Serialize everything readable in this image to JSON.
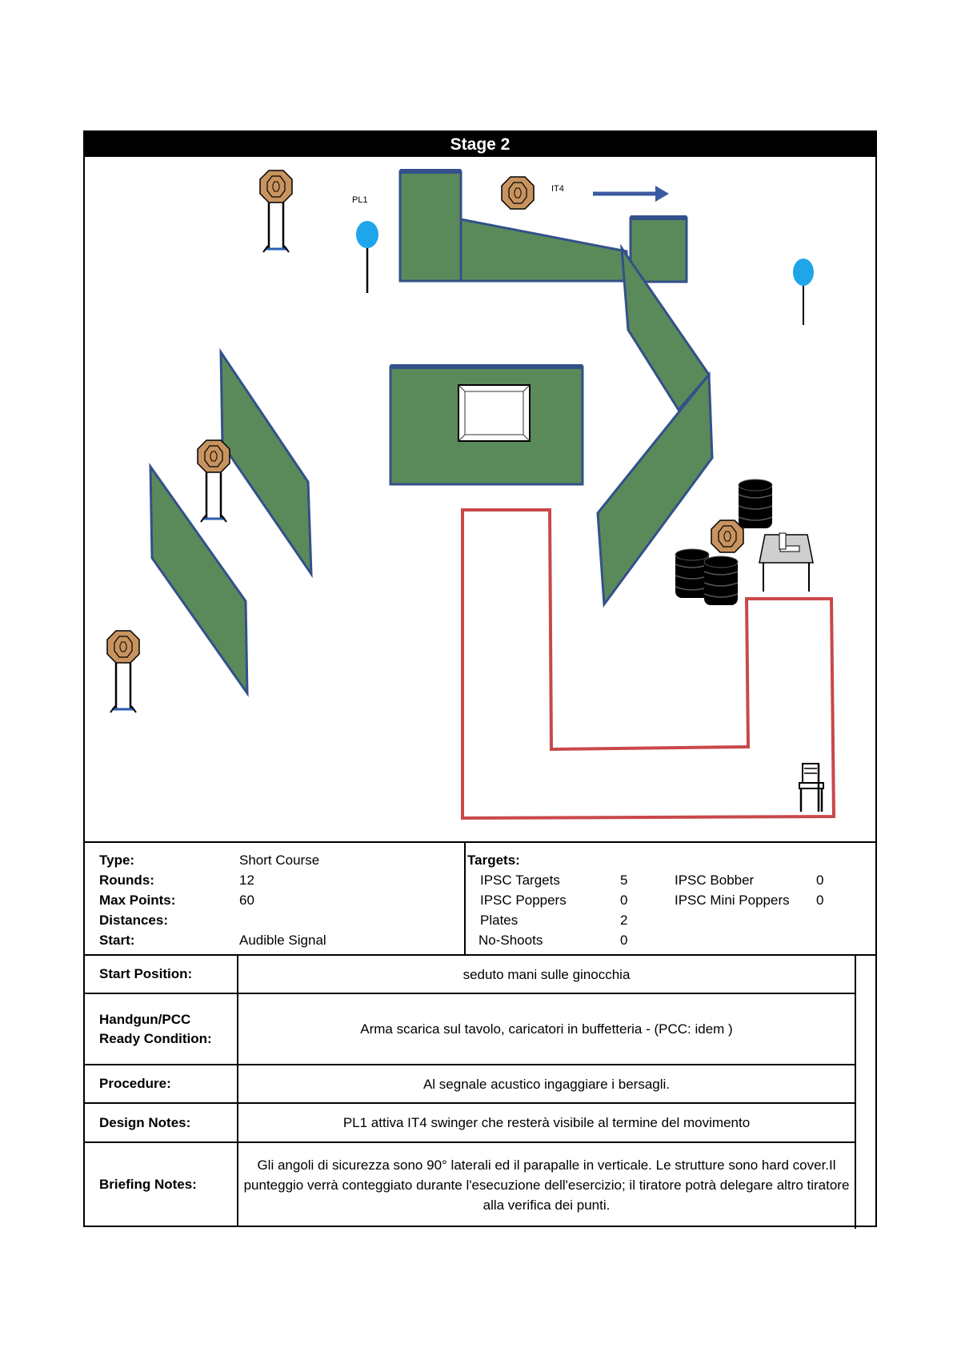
{
  "stage": {
    "title": "Stage 2"
  },
  "diagram": {
    "labels": {
      "popper": "PL1",
      "swinger": "IT4"
    },
    "colors": {
      "wall": "#5a8a5a",
      "wall_edge": "#34508a",
      "target": "#c8935f",
      "fault_line": "#c9484a",
      "popper": "#1ea5ea"
    },
    "icons": [
      "ipsc-target-icon",
      "popper-icon",
      "arrow-icon",
      "tire-stack-icon",
      "table-icon",
      "pistol-icon",
      "chair-icon",
      "window-port-icon"
    ]
  },
  "info": {
    "type_label": "Type:",
    "type_value": "Short Course",
    "rounds_label": "Rounds:",
    "rounds_value": "12",
    "max_points_label": "Max Points:",
    "max_points_value": "60",
    "distances_label": "Distances:",
    "start_label": "Start:",
    "start_value": "Audible Signal",
    "targets_label": "Targets:",
    "targets": {
      "ipsc_targets_label": "IPSC Targets",
      "ipsc_targets_value": "5",
      "ipsc_poppers_label": "IPSC Poppers",
      "ipsc_poppers_value": "0",
      "plates_label": "Plates",
      "plates_value": "2",
      "no_shoots_label": "No-Shoots",
      "no_shoots_value": "0",
      "ipsc_bobber_label": "IPSC Bobber",
      "ipsc_bobber_value": "0",
      "ipsc_mini_poppers_label": "IPSC Mini Poppers",
      "ipsc_mini_poppers_value": "0"
    }
  },
  "details": {
    "start_position": {
      "label": "Start Position:",
      "value": "seduto mani sulle ginocchia"
    },
    "ready_condition": {
      "label": "Handgun/PCC Ready Condition:",
      "value": "Arma scarica sul tavolo, caricatori in buffetteria - (PCC: idem )"
    },
    "procedure": {
      "label": "Procedure:",
      "value": "Al segnale acustico ingaggiare i bersagli."
    },
    "design_notes": {
      "label": "Design Notes:",
      "value": "PL1  attiva IT4 swinger che resterà visibile al termine del movimento"
    },
    "briefing_notes": {
      "label": "Briefing Notes:",
      "value": "Gli angoli di sicurezza sono 90° laterali ed il parapalle in verticale. Le strutture sono hard cover.Il punteggio verrà conteggiato durante l'esecuzione dell'esercizio; il tiratore potrà delegare altro tiratore alla verifica  dei punti."
    }
  }
}
